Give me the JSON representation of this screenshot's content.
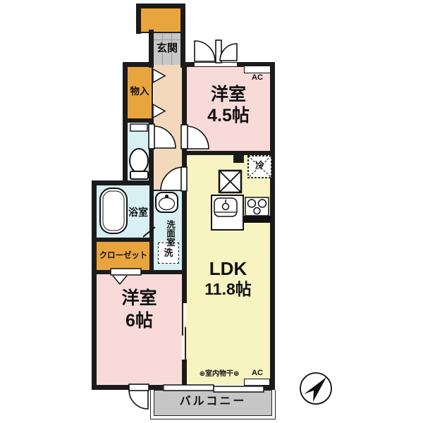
{
  "plan": {
    "entrance": "玄関",
    "storage": "物入",
    "western_room_45": {
      "label": "洋室",
      "size": "4.5帖"
    },
    "ac_top": "AC",
    "refrigerator": "冷",
    "bathroom": "浴室",
    "washroom": "洗面室",
    "washer": "洗",
    "closet": "クローゼット",
    "western_room_6": {
      "label": "洋室",
      "size": "6帖"
    },
    "ldk": {
      "label": "LDK",
      "size": "11.8帖"
    },
    "indoor_drying": "⊕室内物干⊕",
    "ac_bottom": "AC",
    "balcony": "バルコニー"
  },
  "colors": {
    "wall": "#1b1b1b",
    "pink": "#f8dbd8",
    "yellow": "#f8f4c2",
    "beige": "#f3d8bc",
    "blue": "#d8eff3",
    "orange": "#e9a53d",
    "gray_entrance": "#c7c7c7",
    "gray_balcony": "#c6c6c6"
  }
}
